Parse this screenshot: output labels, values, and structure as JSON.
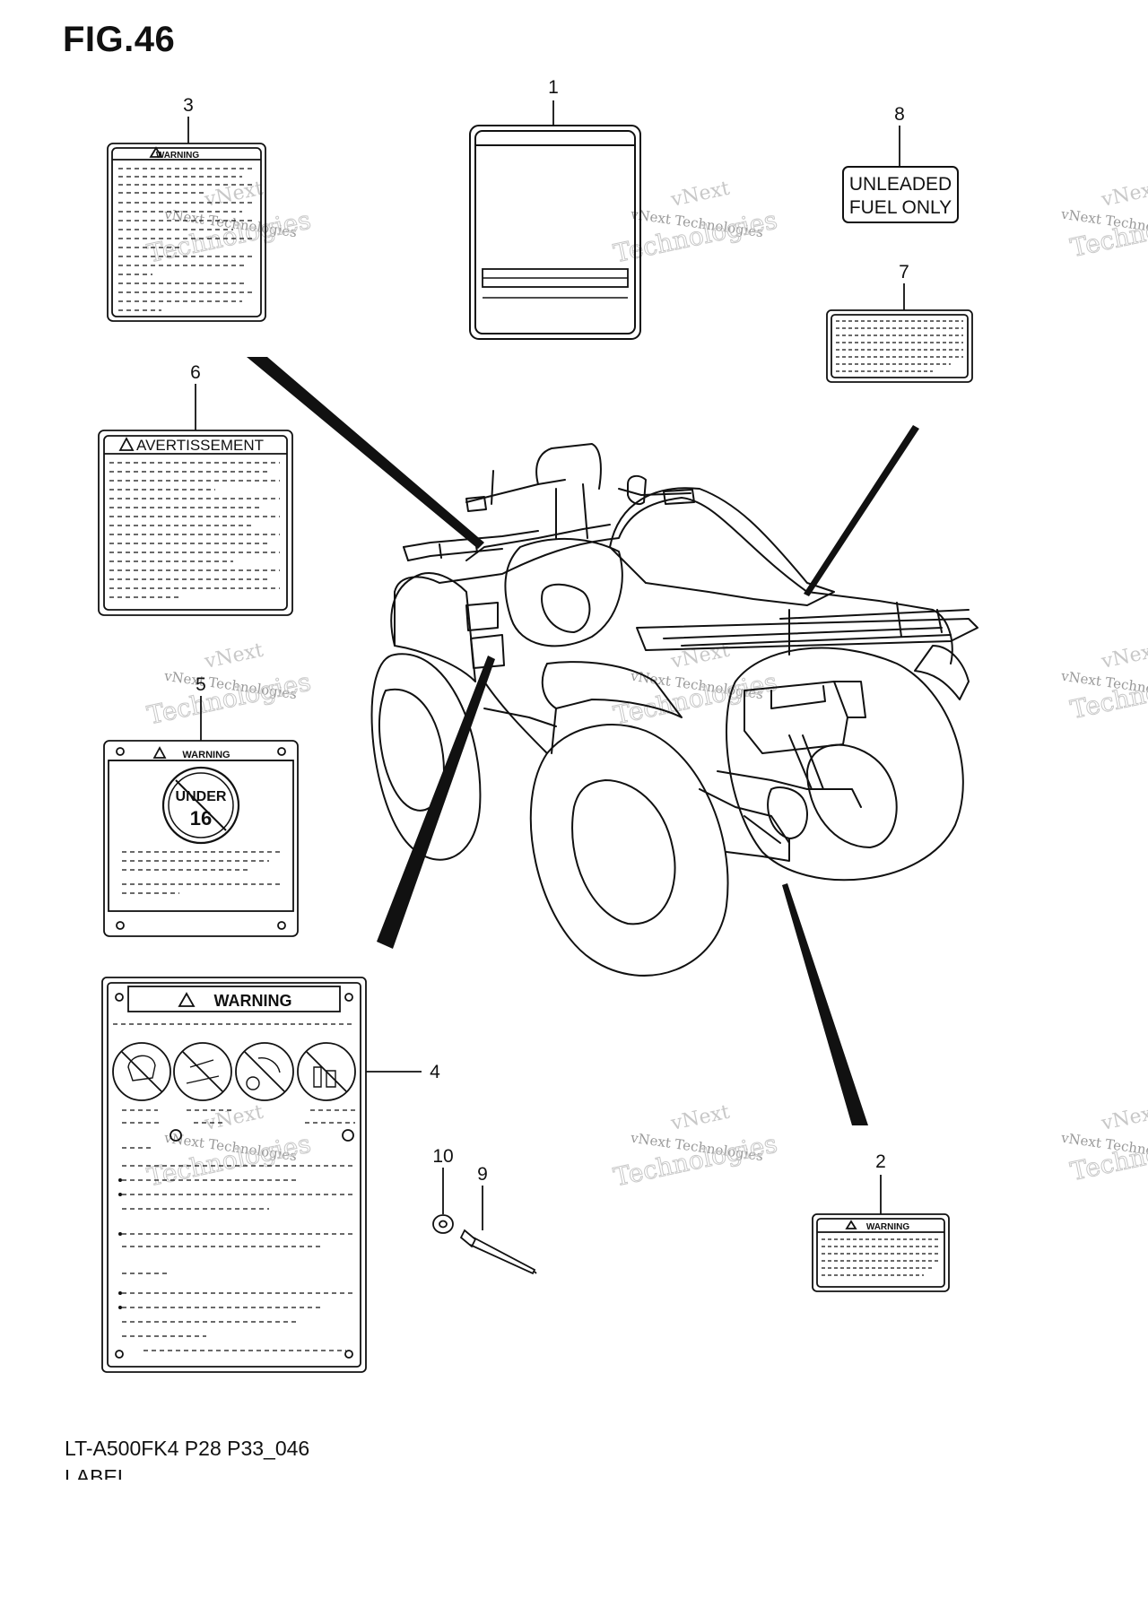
{
  "figure": {
    "title": "FIG.46",
    "code": "LT-A500FK4 P28 P33_046",
    "caption": "LABEL"
  },
  "callouts": [
    "1",
    "2",
    "3",
    "4",
    "5",
    "6",
    "7",
    "8",
    "9",
    "10"
  ],
  "labels": {
    "warning": "WARNING",
    "avertissement": "AVERTISSEMENT",
    "under": "UNDER",
    "age": "16",
    "fuel_line1": "UNLEADED",
    "fuel_line2": "FUEL ONLY"
  },
  "watermark": {
    "line1": "vNext",
    "line2": "vNext Technologies",
    "line3": "Technologies"
  },
  "colors": {
    "ink": "#111111",
    "watermark": "#c8c8c8",
    "background": "#ffffff"
  }
}
